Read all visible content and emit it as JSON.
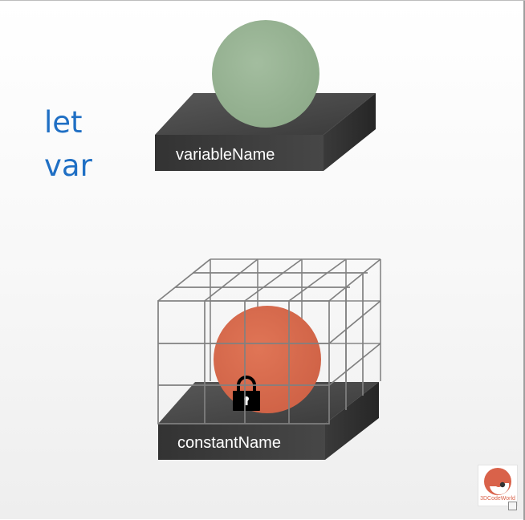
{
  "keywords": {
    "let": "let",
    "var": "var"
  },
  "variable_box": {
    "label": "variableName",
    "ball_color": "#97b293"
  },
  "constant_box": {
    "label": "constantName",
    "ball_color": "#d86b4e",
    "cage_color": "#7a7a7a",
    "lock_icon": "padlock-icon"
  },
  "watermark": {
    "text": "3DCodeWorld"
  },
  "colors": {
    "keyword": "#1f6fc4",
    "box_top": "#4a4a4a",
    "box_front": "#3b3b3b",
    "box_side": "#2a2a2a"
  }
}
